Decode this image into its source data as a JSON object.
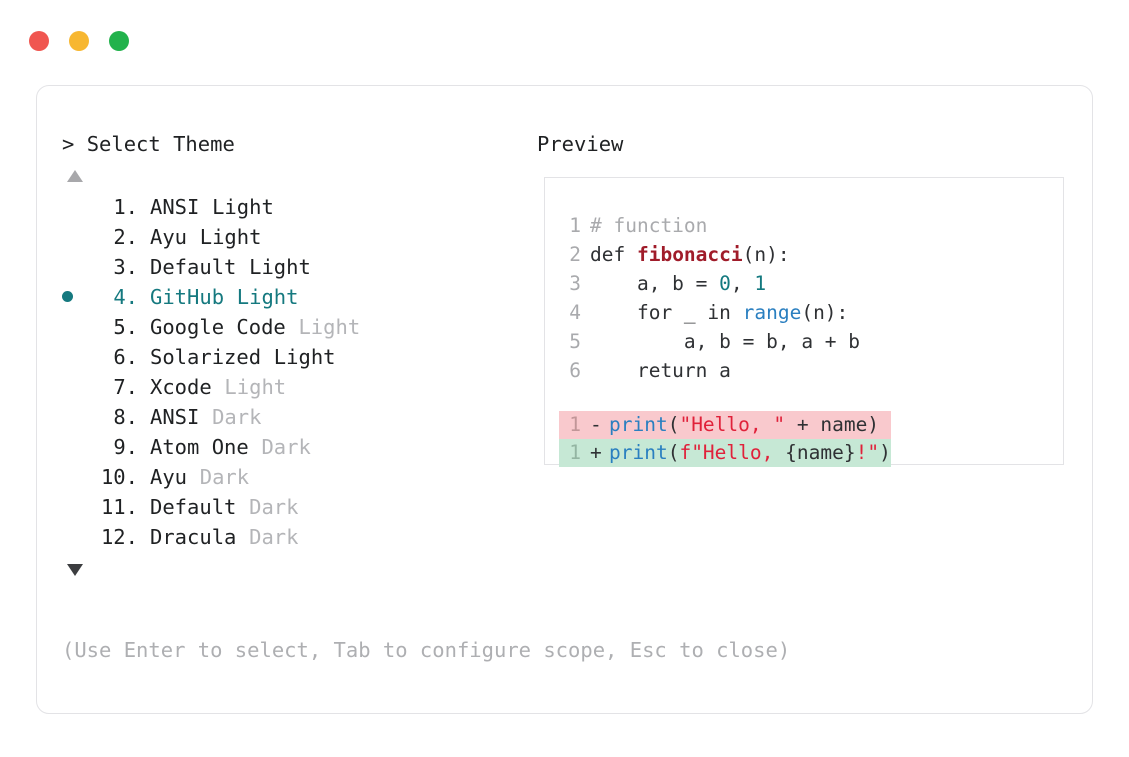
{
  "window": {
    "traffic_lights": [
      {
        "name": "close",
        "color": "#f05650"
      },
      {
        "name": "minimize",
        "color": "#f7b731"
      },
      {
        "name": "maximize",
        "color": "#22b24c"
      }
    ]
  },
  "prompt": {
    "marker": ">",
    "title": "Select Theme",
    "scroll_up_icon": "▲",
    "scroll_down_icon": "▼",
    "selected_bullet": "●",
    "selected_index": 4,
    "accent_color": "#15797f",
    "muted_color": "#b4b5b8"
  },
  "themes": [
    {
      "index": "1.",
      "name": "ANSI",
      "suffix": "Light",
      "suffix_muted": false,
      "selected": false
    },
    {
      "index": "2.",
      "name": "Ayu",
      "suffix": "Light",
      "suffix_muted": false,
      "selected": false
    },
    {
      "index": "3.",
      "name": "Default",
      "suffix": "Light",
      "suffix_muted": false,
      "selected": false
    },
    {
      "index": "4.",
      "name": "GitHub",
      "suffix": "Light",
      "suffix_muted": false,
      "selected": true
    },
    {
      "index": "5.",
      "name": "Google Code",
      "suffix": "Light",
      "suffix_muted": true,
      "selected": false
    },
    {
      "index": "6.",
      "name": "Solarized",
      "suffix": "Light",
      "suffix_muted": false,
      "selected": false
    },
    {
      "index": "7.",
      "name": "Xcode",
      "suffix": "Light",
      "suffix_muted": true,
      "selected": false
    },
    {
      "index": "8.",
      "name": "ANSI",
      "suffix": "Dark",
      "suffix_muted": true,
      "selected": false
    },
    {
      "index": "9.",
      "name": "Atom One",
      "suffix": "Dark",
      "suffix_muted": true,
      "selected": false
    },
    {
      "index": "10.",
      "name": "Ayu",
      "suffix": "Dark",
      "suffix_muted": true,
      "selected": false
    },
    {
      "index": "11.",
      "name": "Default",
      "suffix": "Dark",
      "suffix_muted": true,
      "selected": false
    },
    {
      "index": "12.",
      "name": "Dracula",
      "suffix": "Dark",
      "suffix_muted": true,
      "selected": false
    }
  ],
  "hint": "(Use Enter to select, Tab to configure scope, Esc to close)",
  "preview": {
    "title": "Preview",
    "code_lines": [
      {
        "num": "1",
        "tokens": [
          {
            "t": "# function",
            "c": "comment"
          }
        ]
      },
      {
        "num": "2",
        "tokens": [
          {
            "t": "def ",
            "c": "kw"
          },
          {
            "t": "fibonacci",
            "c": "fn"
          },
          {
            "t": "(n):",
            "c": "punct"
          }
        ]
      },
      {
        "num": "3",
        "tokens": [
          {
            "t": "    a, b = ",
            "c": "plain"
          },
          {
            "t": "0",
            "c": "num"
          },
          {
            "t": ", ",
            "c": "plain"
          },
          {
            "t": "1",
            "c": "num"
          }
        ]
      },
      {
        "num": "4",
        "tokens": [
          {
            "t": "    for _ in ",
            "c": "plain"
          },
          {
            "t": "range",
            "c": "builtin"
          },
          {
            "t": "(n):",
            "c": "punct"
          }
        ]
      },
      {
        "num": "5",
        "tokens": [
          {
            "t": "        a, b = b, a + b",
            "c": "plain"
          }
        ]
      },
      {
        "num": "6",
        "tokens": [
          {
            "t": "    return a",
            "c": "plain"
          }
        ]
      }
    ],
    "diff_lines": [
      {
        "num": "1",
        "sign": "-",
        "kind": "del",
        "bg": "#f9c9cd",
        "tokens": [
          {
            "t": "print",
            "c": "builtin"
          },
          {
            "t": "(",
            "c": "punct"
          },
          {
            "t": "\"Hello, \"",
            "c": "str"
          },
          {
            "t": " + name)",
            "c": "plain"
          }
        ]
      },
      {
        "num": "1",
        "sign": "+",
        "kind": "add",
        "bg": "#c6e8d5",
        "tokens": [
          {
            "t": "print",
            "c": "builtin"
          },
          {
            "t": "(",
            "c": "punct"
          },
          {
            "t": "f\"Hello, ",
            "c": "str"
          },
          {
            "t": "{name}",
            "c": "plain"
          },
          {
            "t": "!\"",
            "c": "str"
          },
          {
            "t": ")",
            "c": "punct"
          }
        ]
      }
    ]
  }
}
